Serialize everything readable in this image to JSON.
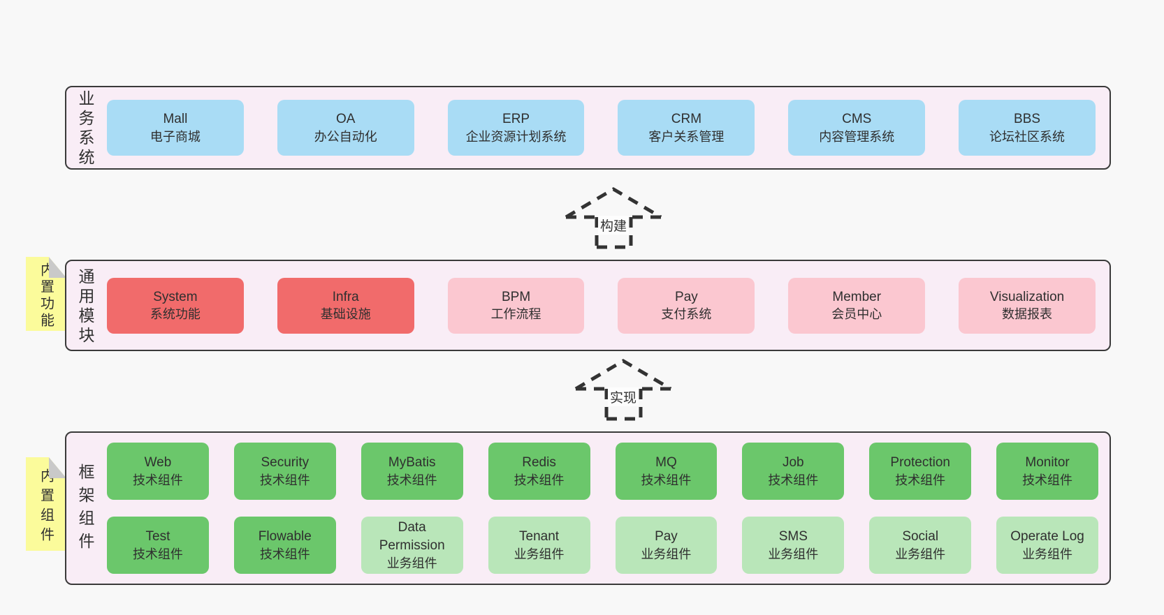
{
  "colors": {
    "page_bg": "#f8f8f8",
    "panel_bg": "#f9edf6",
    "panel_border": "#3a3a3a",
    "business_box": "#a9dcf5",
    "core_module_box": "#f16b6b",
    "optional_module_box": "#fbc7d0",
    "tech_component_box": "#6bc76b",
    "biz_component_box": "#b9e6b9",
    "sticky_tag": "#fbfb9b",
    "sticky_fold": "#c9c9c9",
    "text": "#303030"
  },
  "arrows": {
    "build": "构建",
    "implement": "实现"
  },
  "business": {
    "label": "业务系统",
    "items": [
      {
        "name": "Mall",
        "desc": "电子商城"
      },
      {
        "name": "OA",
        "desc": "办公自动化"
      },
      {
        "name": "ERP",
        "desc": "企业资源计划系统"
      },
      {
        "name": "CRM",
        "desc": "客户关系管理"
      },
      {
        "name": "CMS",
        "desc": "内容管理系统"
      },
      {
        "name": "BBS",
        "desc": "论坛社区系统"
      }
    ]
  },
  "modules": {
    "tag": "内置功能",
    "label": "通用模块",
    "items": [
      {
        "name": "System",
        "desc": "系统功能"
      },
      {
        "name": "Infra",
        "desc": "基础设施"
      },
      {
        "name": "BPM",
        "desc": "工作流程"
      },
      {
        "name": "Pay",
        "desc": "支付系统"
      },
      {
        "name": "Member",
        "desc": "会员中心"
      },
      {
        "name": "Visualization",
        "desc": "数据报表"
      }
    ]
  },
  "framework": {
    "tag": "内置组件",
    "label": "框架组件",
    "row1": [
      {
        "name": "Web",
        "desc": "技术组件"
      },
      {
        "name": "Security",
        "desc": "技术组件"
      },
      {
        "name": "MyBatis",
        "desc": "技术组件"
      },
      {
        "name": "Redis",
        "desc": "技术组件"
      },
      {
        "name": "MQ",
        "desc": "技术组件"
      },
      {
        "name": "Job",
        "desc": "技术组件"
      },
      {
        "name": "Protection",
        "desc": "技术组件"
      },
      {
        "name": "Monitor",
        "desc": "技术组件"
      }
    ],
    "row2": [
      {
        "name": "Test",
        "desc": "技术组件"
      },
      {
        "name": "Flowable",
        "desc": "技术组件"
      },
      {
        "name": "Data Permission",
        "desc": "业务组件"
      },
      {
        "name": "Tenant",
        "desc": "业务组件"
      },
      {
        "name": "Pay",
        "desc": "业务组件"
      },
      {
        "name": "SMS",
        "desc": "业务组件"
      },
      {
        "name": "Social",
        "desc": "业务组件"
      },
      {
        "name": "Operate Log",
        "desc": "业务组件"
      }
    ]
  }
}
